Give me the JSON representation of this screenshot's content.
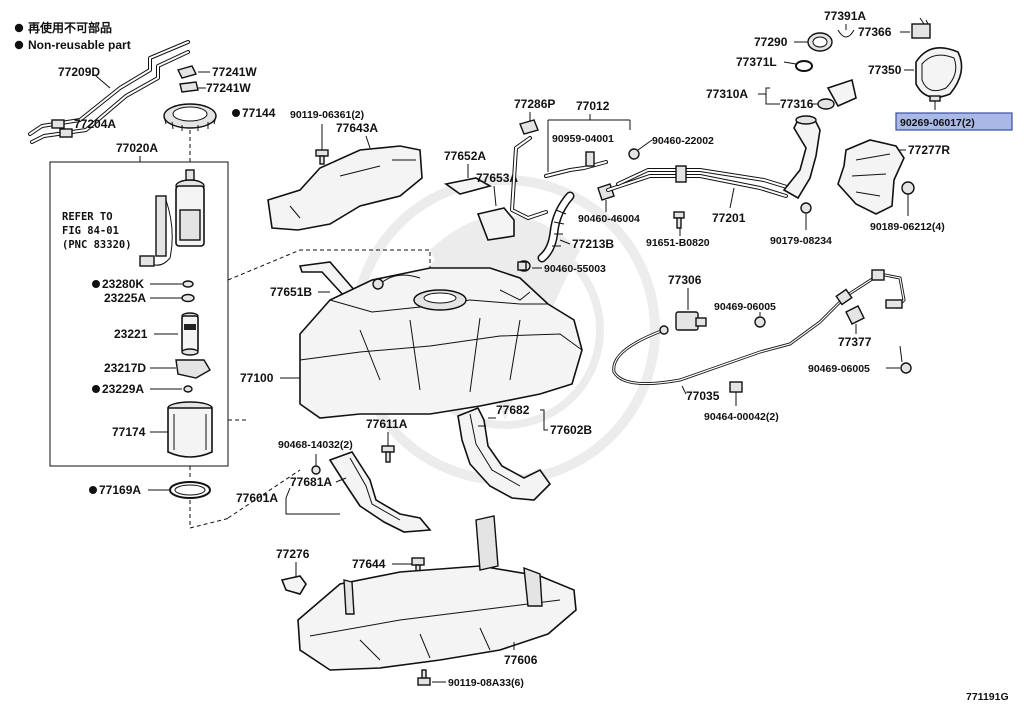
{
  "legend": {
    "item1": "再使用不可部品",
    "item2": "Non-reusable part"
  },
  "refer": {
    "line1": "REFER TO",
    "line2": "FIG 84-01",
    "line3": "(PNC 83320)"
  },
  "figure_id": "771191G",
  "callouts": {
    "p77391A": "77391A",
    "p77290": "77290",
    "p77366": "77366",
    "p77371L": "77371L",
    "p77350": "77350",
    "p77310A": "77310A",
    "p77316": "77316",
    "p90269": "90269-06017(2)",
    "p77277R": "77277R",
    "p77209D": "77209D",
    "p77241Wa": "77241W",
    "p77241Wb": "77241W",
    "p77204A": "77204A",
    "p77144": "77144",
    "p77020A": "77020A",
    "p90119a": "90119-06361(2)",
    "p77643A": "77643A",
    "p77286P": "77286P",
    "p77012": "77012",
    "p90959": "90959-04001",
    "p90460a": "90460-22002",
    "p77652A": "77652A",
    "p77653A": "77653A",
    "p90460b": "90460-46004",
    "p77201": "77201",
    "p77213B": "77213B",
    "p91651": "91651-B0820",
    "p90179": "90179-08234",
    "p90189": "90189-06212(4)",
    "p90460c": "90460-55003",
    "p23280K": "23280K",
    "p23225A": "23225A",
    "p77651B": "77651B",
    "p77306": "77306",
    "p90469a": "90469-06005",
    "p23221": "23221",
    "p77377": "77377",
    "p23217D": "23217D",
    "p77100": "77100",
    "p90469b": "90469-06005",
    "p23229A": "23229A",
    "p77035": "77035",
    "p77682": "77682",
    "p77611A": "77611A",
    "p77602B": "77602B",
    "p90464": "90464-00042(2)",
    "p77174": "77174",
    "p90468": "90468-14032(2)",
    "p77681A": "77681A",
    "p77169A": "77169A",
    "p77601A": "77601A",
    "p77276": "77276",
    "p77644": "77644",
    "p77606": "77606",
    "p90119b": "90119-08A33(6)"
  },
  "highlight_color": "#a9b8e6"
}
